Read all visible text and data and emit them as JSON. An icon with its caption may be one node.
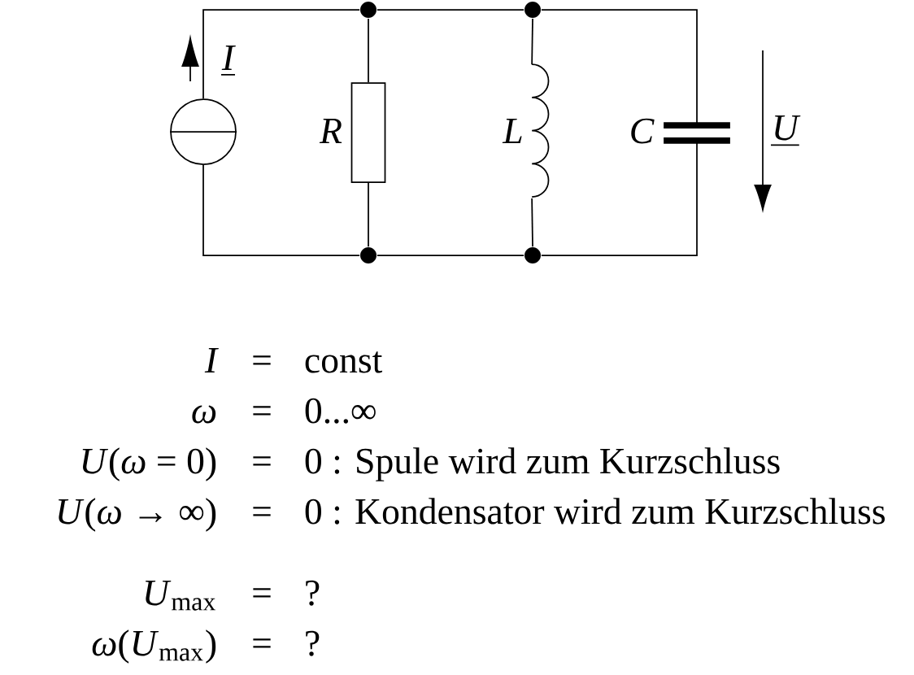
{
  "diagram": {
    "nodes": [
      {
        "text": [],
        "shape": "circle"
      },
      {
        "text": [],
        "shape": "circle"
      },
      {
        "text": [],
        "shape": "circle"
      },
      {
        "text": [
          "R"
        ]
      },
      {
        "text": [
          "L"
        ]
      },
      {
        "text": [
          "C"
        ]
      },
      {
        "text": [],
        "shape": "circle"
      },
      {
        "text": [],
        "shape": "circle"
      }
    ],
    "edges": [
      {
        "from": 0,
        "to": 1,
        "arrow": "none"
      },
      {
        "from": 1,
        "to": 2,
        "arrow": "none"
      },
      {
        "from": 2,
        "to": 5,
        "arrow": "none"
      },
      {
        "from": 1,
        "to": 3,
        "arrow": "none"
      },
      {
        "from": 3,
        "to": 6,
        "arrow": "none"
      },
      {
        "from": 2,
        "to": 4,
        "arrow": "none"
      },
      {
        "from": 4,
        "to": 7,
        "arrow": "none"
      },
      {
        "from": 0,
        "to": 6,
        "arrow": "none"
      },
      {
        "from": 6,
        "to": 7,
        "arrow": "none"
      },
      {
        "from": 7,
        "to": 5,
        "arrow": "none"
      }
    ],
    "labels": [
      "I",
      "U",
      "I",
      "=",
      "const",
      "ω",
      "=",
      "0...∞",
      "*U*(*ω* = 0)",
      "=",
      "0 :  Spule wird zum Kurzschluss",
      "*U*(*ω* → ∞)",
      "=",
      "0 :  Kondensator wird zum Kurzschluss",
      "*U*$_{max}$",
      "=",
      "?",
      "*ω*(*U*$_{max}$)",
      "=",
      "?"
    ]
  }
}
